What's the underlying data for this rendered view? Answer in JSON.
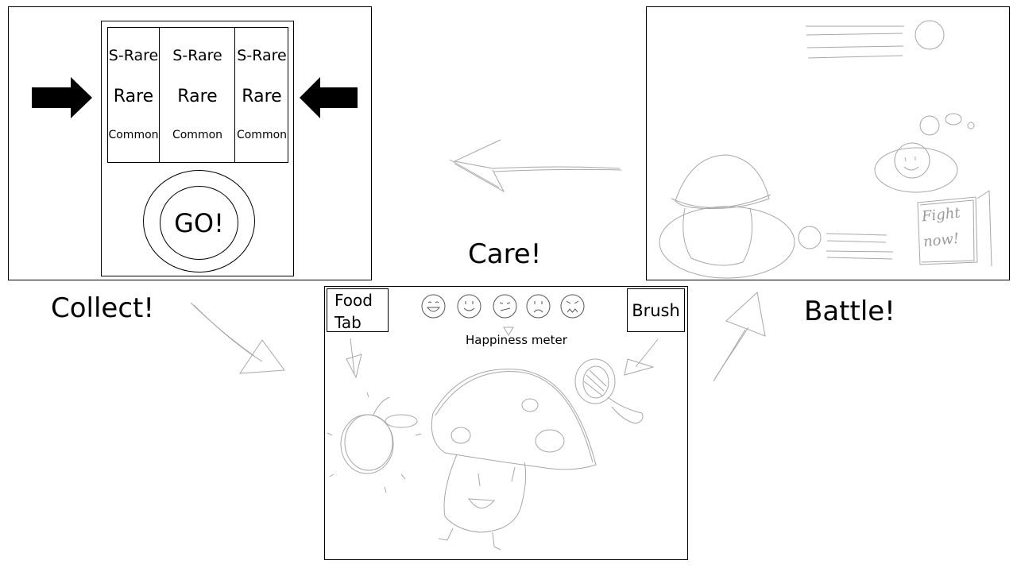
{
  "captions": {
    "collect": "Collect!",
    "care": "Care!",
    "battle": "Battle!"
  },
  "collect_panel": {
    "slot_columns": [
      {
        "tiers": [
          "S-Rare",
          "Rare",
          "Common"
        ]
      },
      {
        "tiers": [
          "S-Rare",
          "Rare",
          "Common"
        ]
      },
      {
        "tiers": [
          "S-Rare",
          "Rare",
          "Common"
        ]
      }
    ],
    "go_button": "GO!",
    "left_arrow_icon": "arrow-right-icon",
    "right_arrow_icon": "arrow-left-icon"
  },
  "care_panel": {
    "food_tab_line1": "Food",
    "food_tab_line2": "Tab",
    "brush_button": "Brush",
    "happiness_label": "Happiness meter",
    "faces": [
      "very-happy-face-icon",
      "happy-face-icon",
      "neutral-face-icon",
      "sad-face-icon",
      "angry-face-icon"
    ]
  },
  "battle_panel": {
    "sign_text_line1": "Fight",
    "sign_text_line2": "now!"
  },
  "colors": {
    "ink": "#000000",
    "sketch": "#8a8a8a",
    "background": "#ffffff"
  }
}
